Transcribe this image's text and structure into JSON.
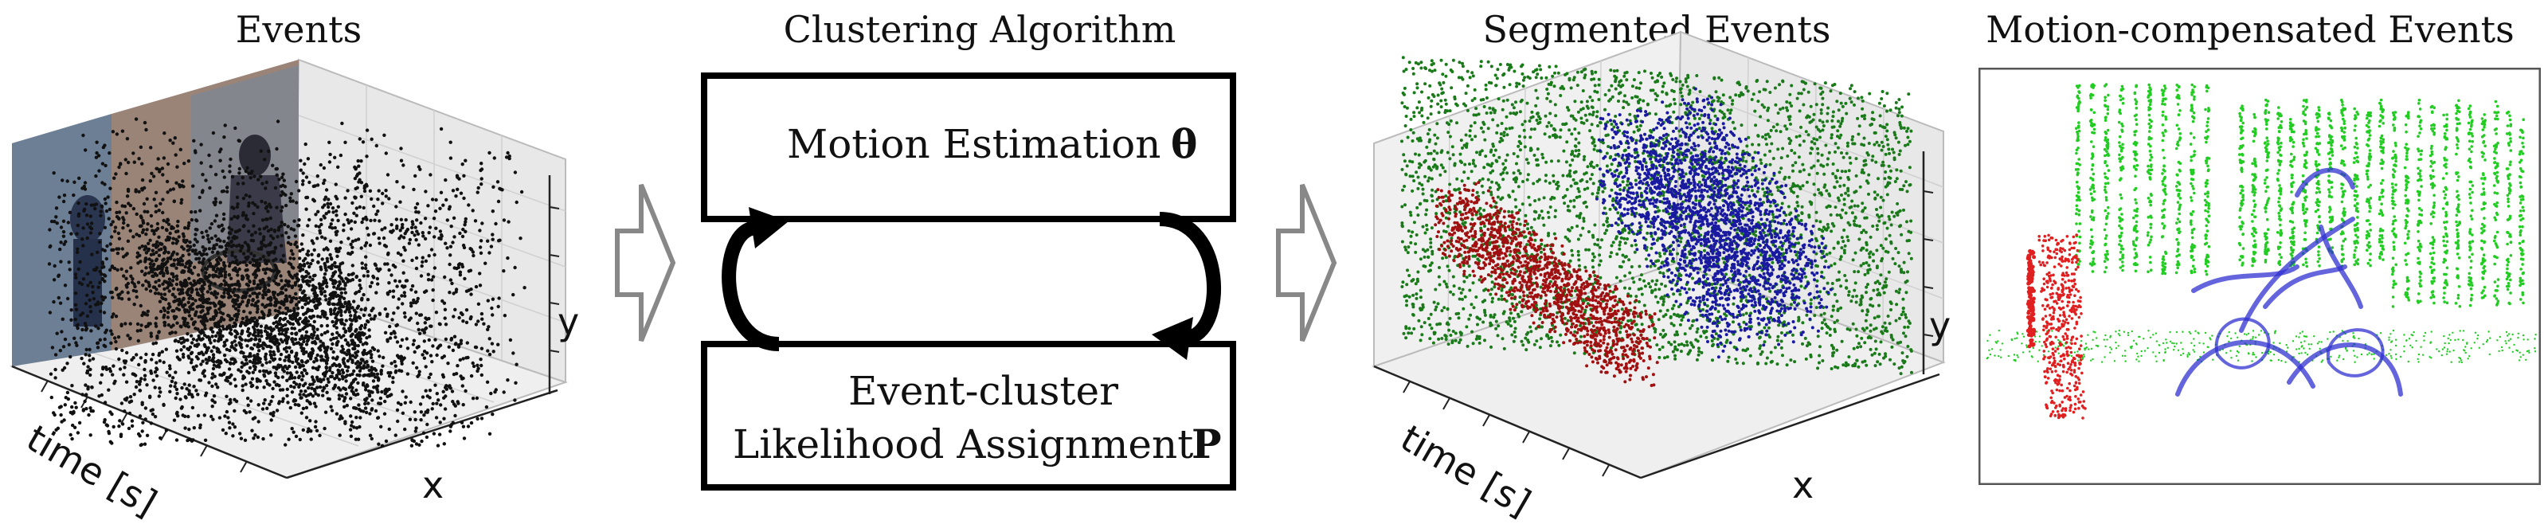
{
  "titles": {
    "events": "Events",
    "clustering": "Clustering Algorithm",
    "segmented": "Segmented Events",
    "compensated": "Motion-compensated Events"
  },
  "axes": {
    "time_label": "time [s]",
    "x_label": "x",
    "y_label": "y"
  },
  "boxes": {
    "motion_estimation": "Motion Estimation",
    "motion_symbol": "θ",
    "assignment_line1": "Event-cluster",
    "assignment_line2": "Likelihood Assignment",
    "assignment_symbol": "P"
  },
  "colors": {
    "events": "#111111",
    "cluster_red": "#a01010",
    "cluster_green": "#1a7a1a",
    "cluster_blue": "#1a1aa0",
    "comp_green": "#22cc22",
    "comp_red": "#e02020",
    "comp_blue": "#3030d0",
    "arrow_gray": "#888888"
  }
}
